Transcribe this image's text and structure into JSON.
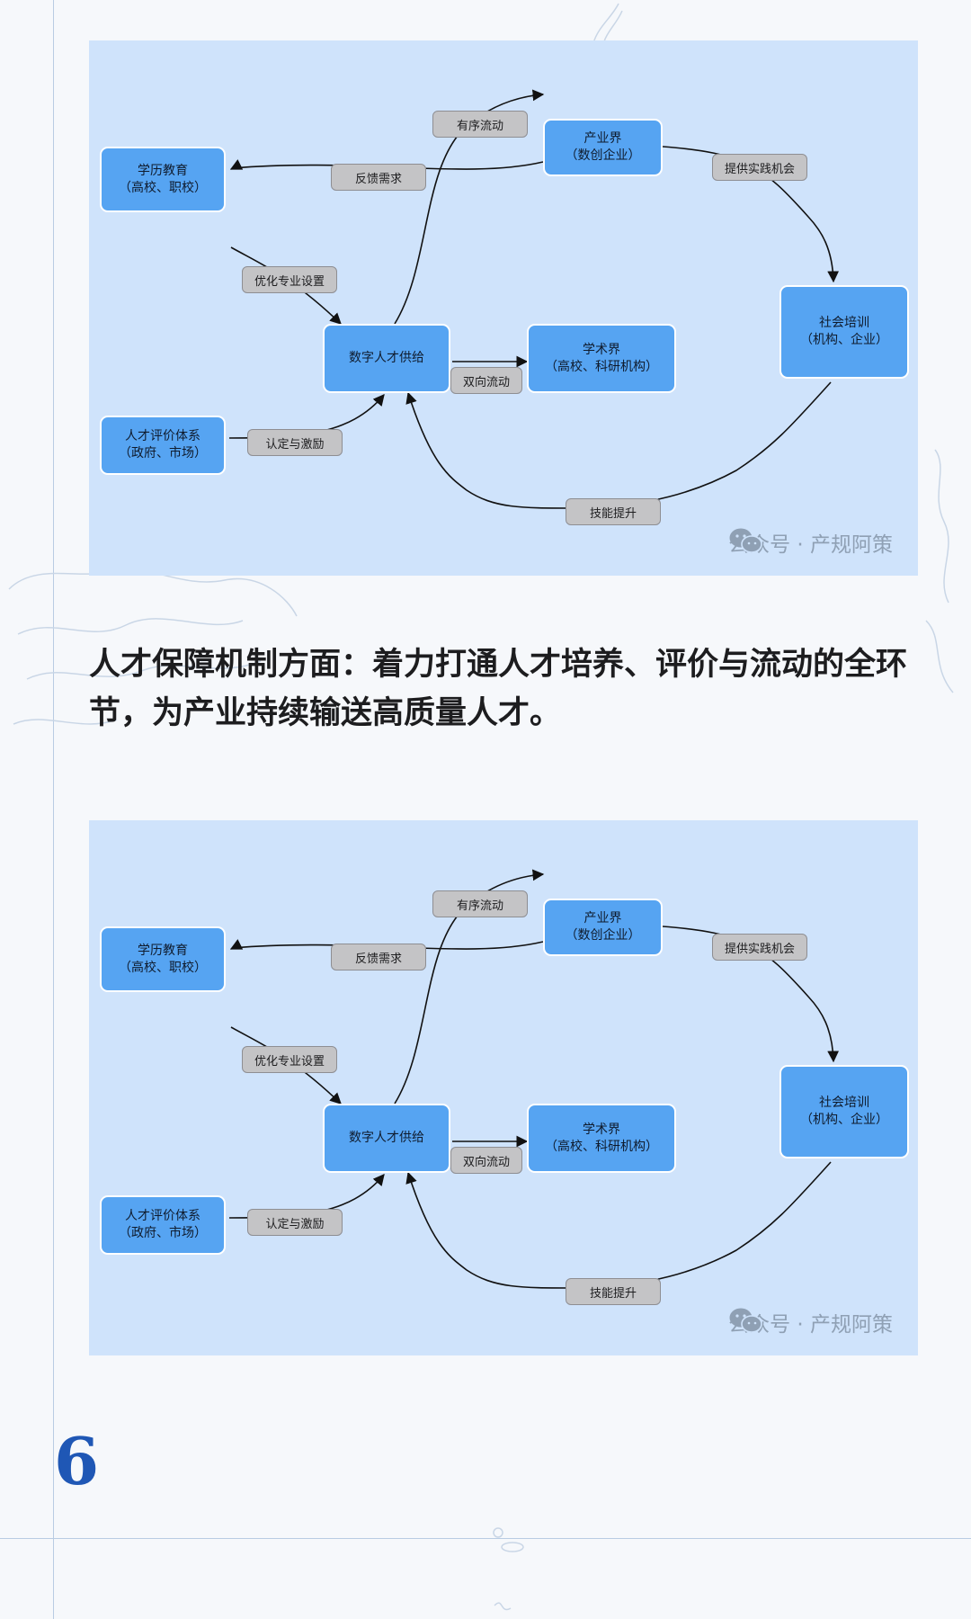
{
  "diagram": {
    "nodes": {
      "education": [
        "学历教育",
        "（高校、职校）"
      ],
      "industry": [
        "产业界",
        "（数创企业）"
      ],
      "supply": [
        "数字人才供给"
      ],
      "academia": [
        "学术界",
        "（高校、科研机构）"
      ],
      "training": [
        "社会培训",
        "（机构、企业）"
      ],
      "evaluation": [
        "人才评价体系",
        "（政府、市场）"
      ]
    },
    "edges": {
      "orderly_flow": "有序流动",
      "feedback": "反馈需求",
      "practice": "提供实践机会",
      "optimize": "优化专业设置",
      "two_way": "双向流动",
      "certify": "认定与激励",
      "skills": "技能提升"
    },
    "watermark": "公众号 · 产规阿策"
  },
  "body_text": "人才保障机制方面：着力打通人才培养、评价与流动的全环节，为产业持续输送高质量人才。",
  "page_number": "6"
}
